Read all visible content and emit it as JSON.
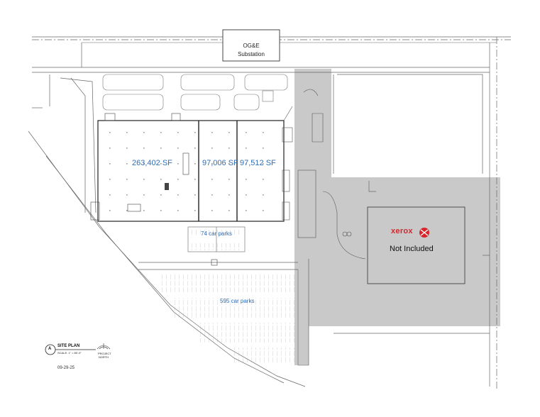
{
  "substation": {
    "line1": "OG&E",
    "line2": "Substation"
  },
  "buildings": [
    {
      "area": "263,402 SF"
    },
    {
      "area": "97,006 SF"
    },
    {
      "area": "97,512 SF"
    }
  ],
  "parking": {
    "north": "74 car parks",
    "south": "595 car parks"
  },
  "excluded": {
    "brand": "xerox",
    "label": "Not Included"
  },
  "title_block": {
    "callout": "A",
    "title": "SITE PLAN",
    "scale": "SCALE: 1\" = 80'-0\"",
    "north": "PROJECT NORTH",
    "date": "09-29-25"
  },
  "colors": {
    "label_blue": "#2f6db3",
    "excluded_gray": "#c9c9c9",
    "xerox_red": "#d6262b",
    "line": "#555555"
  }
}
